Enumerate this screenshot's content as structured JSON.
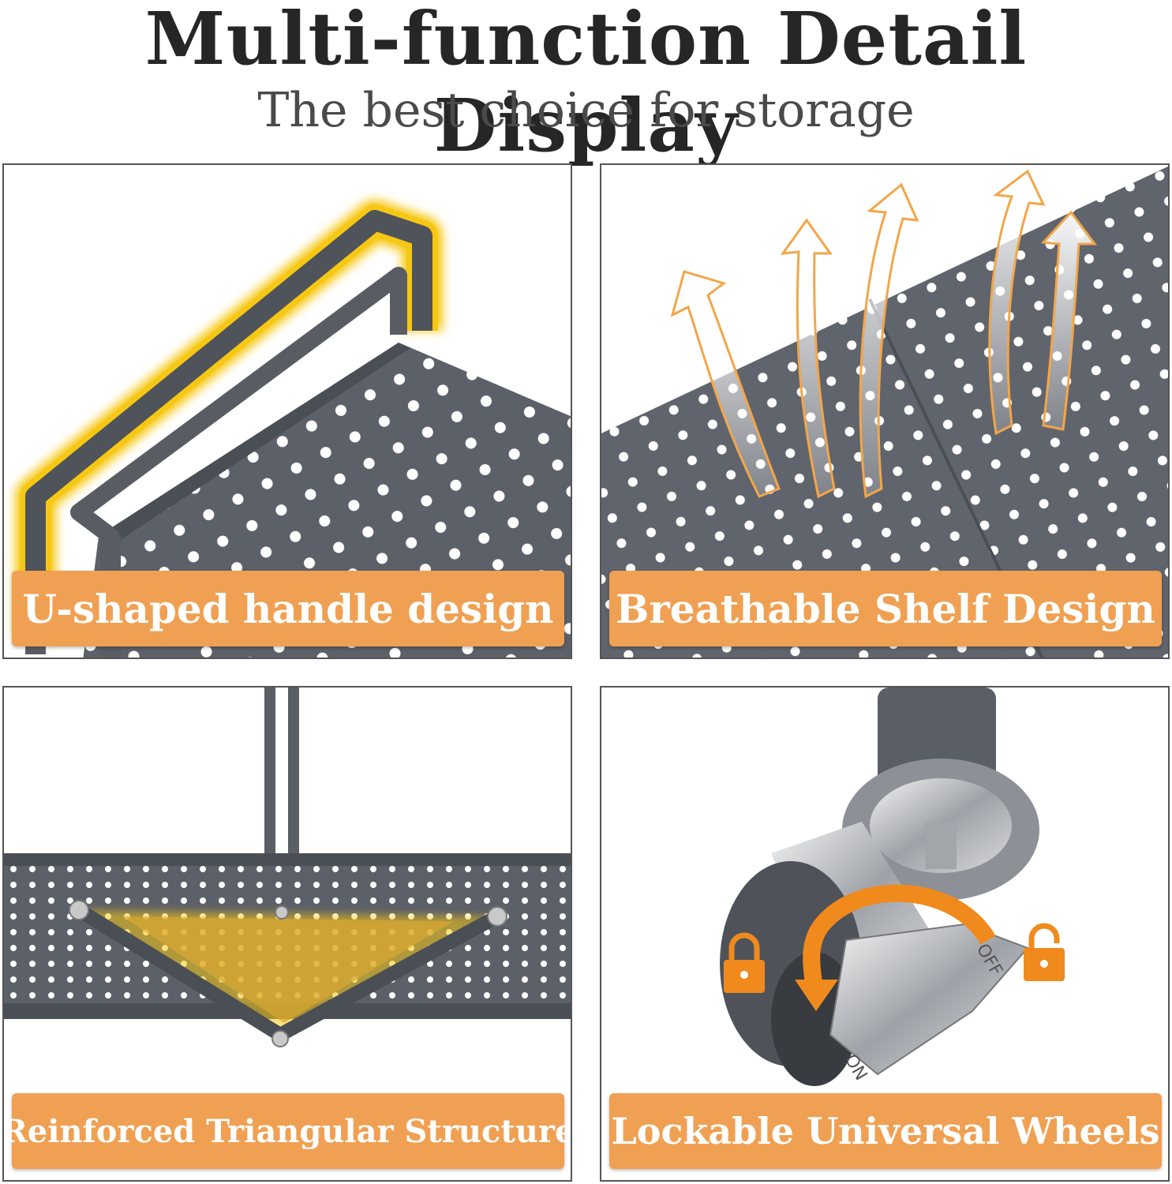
{
  "header": {
    "title": "Multi-function Detail Display",
    "subtitle": "The best choice for storage"
  },
  "panels": [
    {
      "label": "U-shaped handle design",
      "icon": "u-handle-icon"
    },
    {
      "label": "Breathable Shelf Design",
      "icon": "air-flow-arrows-icon"
    },
    {
      "label": "Reinforced Triangular Structure",
      "icon": "triangle-bracket-icon"
    },
    {
      "label": "Lockable Universal Wheels",
      "icon": "caster-wheel-icon",
      "wheel_text": {
        "on": "ON",
        "off": "OFF"
      }
    }
  ],
  "colors": {
    "label_bg": "#f0a052",
    "shelf_gray": "#5c6068",
    "highlight_yellow": "#f6c814",
    "lock_orange": "#f08a1c"
  }
}
